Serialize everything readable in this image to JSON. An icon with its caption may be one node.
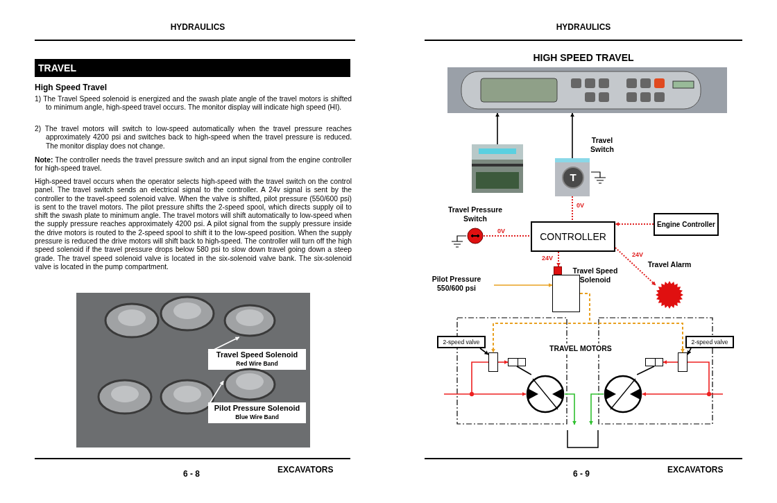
{
  "diagram": {
    "title": "HIGH SPEED TRAVEL",
    "nodes": [
      {
        "text": [],
        "shape": "picture"
      },
      {
        "text": [],
        "shape": "picture"
      },
      {
        "text": [
          "T"
        ],
        "beside": [
          "Travel Switch"
        ]
      },
      {
        "text": [],
        "shape": "circle",
        "beside": [
          "Travel Pressure Switch"
        ]
      },
      {
        "text": [
          "CONTROLLER"
        ]
      },
      {
        "text": [
          "Engine Controller"
        ]
      },
      {
        "text": [],
        "shape": "box",
        "beside": [
          "Travel Speed Solenoid"
        ]
      },
      {
        "text": [],
        "shape": "star",
        "beside": [
          "Travel Alarm"
        ]
      },
      {
        "text": [
          "Pilot Pressure 550/600 psi"
        ]
      },
      {
        "text": [],
        "shape": "box"
      },
      {
        "text": [],
        "shape": "box"
      },
      {
        "text": [
          "2-speed valve"
        ]
      },
      {
        "text": [
          "2-speed valve"
        ]
      },
      {
        "text": [],
        "shape": "box",
        "in": 9
      },
      {
        "text": [],
        "shape": "box",
        "in": 10
      },
      {
        "text": [],
        "shape": "circle",
        "in": 9
      },
      {
        "text": [],
        "shape": "circle",
        "in": 10
      },
      {
        "text": [],
        "shape": "box"
      },
      {
        "text": [],
        "shape": "box",
        "in": 9
      },
      {
        "text": [],
        "shape": "box",
        "in": 10
      },
      {
        "text": [],
        "shape": "picture"
      },
      {
        "text": [
          "Travel Speed Solenoid",
          "Red Wire Band"
        ],
        "in": 20
      },
      {
        "text": [
          "Pilot Pressure Solenoid",
          "Blue Wire Band"
        ],
        "in": 20
      },
      {
        "text": [],
        "shape": "cylinder",
        "in": 20
      },
      {
        "text": [],
        "shape": "cylinder",
        "in": 20
      }
    ],
    "edges": [
      {
        "from": 1,
        "to": 0,
        "arrow": "to",
        "color": "#000000"
      },
      {
        "from": 2,
        "to": 0,
        "arrow": "to",
        "color": "#000000"
      },
      {
        "from": 2,
        "to": 4,
        "arrow": "none",
        "label": "0V",
        "style": "dashed",
        "color": "#e02020"
      },
      {
        "from": 3,
        "to": 4,
        "arrow": "none",
        "label": "0V",
        "style": "dashed",
        "color": "#e02020"
      },
      {
        "from": 5,
        "to": 4,
        "arrow": "to",
        "style": "dashed",
        "color": "#e02020"
      },
      {
        "from": 4,
        "to": 6,
        "arrow": "to",
        "label": "24V",
        "style": "dashed",
        "color": "#e02020"
      },
      {
        "from": 4,
        "to": 7,
        "arrow": "to",
        "label": "24V",
        "style": "dashed",
        "color": "#e02020"
      },
      {
        "from": 8,
        "to": 6,
        "arrow": "to",
        "color": "#e8a020"
      },
      {
        "from": 6,
        "to": 13,
        "arrow": "to",
        "style": "dashed",
        "color": "#e8a020"
      },
      {
        "from": 6,
        "to": 14,
        "arrow": "to",
        "style": "dashed",
        "color": "#e8a020"
      },
      {
        "from": 11,
        "to": 13,
        "arrow": "to",
        "color": "#000000"
      },
      {
        "from": 12,
        "to": 14,
        "arrow": "to",
        "color": "#000000"
      },
      {
        "from": null,
        "to": 15,
        "arrow": "to",
        "color": "#ee2020"
      },
      {
        "from": null,
        "to": 13,
        "arrow": "other",
        "color": "#ee2020"
      },
      {
        "from": 13,
        "to": 18,
        "arrow": "to",
        "color": "#ee2020"
      },
      {
        "from": null,
        "to": 16,
        "arrow": "to",
        "color": "#ee2020"
      },
      {
        "from": null,
        "to": 14,
        "arrow": "other",
        "color": "#ee2020"
      },
      {
        "from": 14,
        "to": 19,
        "arrow": "to",
        "color": "#ee2020"
      },
      {
        "from": 15,
        "to": 17,
        "arrow": "to",
        "color": "#30c030"
      },
      {
        "from": 16,
        "to": 17,
        "arrow": "to",
        "color": "#30c030"
      },
      {
        "from": 21,
        "to": 23,
        "arrow": "to",
        "color": "#ffffff"
      },
      {
        "from": 22,
        "to": 24,
        "arrow": "to",
        "color": "#ffffff"
      },
      {
        "from": 18,
        "to": 15,
        "arrow": "none",
        "color": "#000000"
      },
      {
        "from": 19,
        "to": 16,
        "arrow": "none",
        "color": "#000000"
      }
    ],
    "labels": [
      "HYDRAULICS",
      "TRAVEL",
      "High Speed Travel",
      "1) The Travel Speed solenoid is energized and the swash plate angle of the travel motors is shifted to minimum angle, high-speed travel occurs. The monitor display will indicate high speed (HI).",
      "2) The travel motors will switch to low-speed automatically when the travel pressure reaches approximately 4200 psi and switches back to high-speed when the travel pressure is reduced. The monitor display does not change.",
      "**Note:** The controller needs the travel pressure switch and an input signal from the engine controller for high-speed travel.",
      "High-speed travel occurs when the operator selects high-speed with the travel switch on the control panel. The travel switch sends an electrical signal to the controller. A 24v signal is sent by the controller to the travel-speed solenoid valve. When the valve is shifted, pilot pressure (550/600 psi) is sent to the travel motors. The pilot pressure shifts the 2-speed spool, which directs supply oil to shift the swash plate to minimum angle. The travel motors will shift automatically to low-speed when the supply pressure reaches approximately 4200 psi. A pilot signal from the supply pressure inside the drive motors is routed to the 2-speed spool to shift it to the low-speed position. When the supply pressure is reduced the drive motors will shift back to high-speed. The controller will turn off the high speed solenoid if the travel pressure drops below 580 psi to slow down travel going down a steep grade. The travel speed solenoid valve is located in the six-solenoid valve bank. The six-solenoid valve is located in the pump compartment.",
      "6 - 8",
      "EXCAVATORS",
      "HYDRAULICS",
      "TRAVEL MOTORS",
      "6 - 9",
      "EXCAVATORS"
    ]
  }
}
